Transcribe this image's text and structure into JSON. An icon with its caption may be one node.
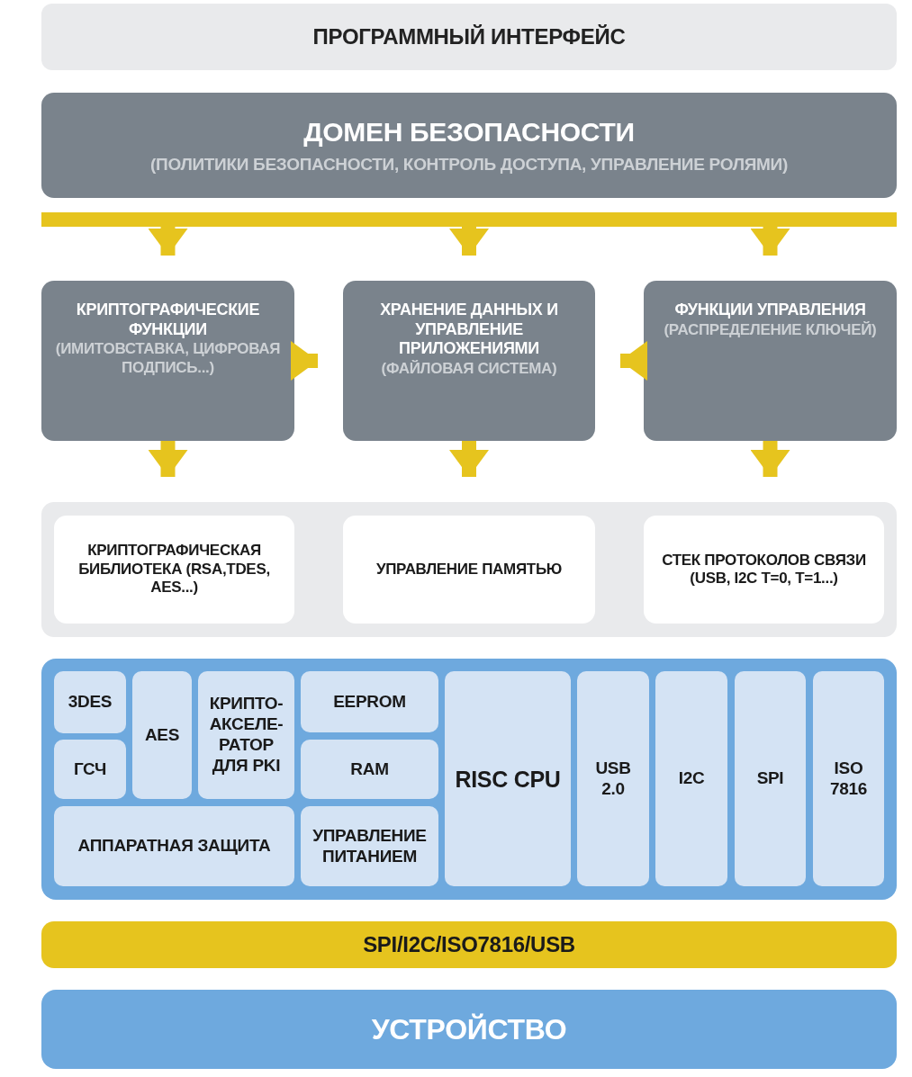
{
  "diagram": {
    "nodes": [
      {
        "text": [
          "ПРОГРАММНЫЙ ИНТЕРФЕЙС"
        ]
      },
      {
        "text": [
          "ДОМЕН БЕЗОПАСНОСТИ",
          "(ПОЛИТИКИ БЕЗОПАСНОСТИ, КОНТРОЛЬ ДОСТУПА, УПРАВЛЕНИЕ РОЛЯМИ)"
        ]
      },
      {
        "text": [],
        "shape": "bar"
      },
      {
        "text": [
          "КРИПТОГРАФИЧЕСКИЕ ФУНКЦИИ",
          "(ИМИТОВСТАВКА, ЦИФРОВАЯ ПОДПИСЬ...)"
        ]
      },
      {
        "text": [
          "ХРАНЕНИЕ ДАННЫХ И УПРАВЛЕНИЕ ПРИЛОЖЕНИЯМИ",
          "(ФАЙЛОВАЯ СИСТЕМА)"
        ]
      },
      {
        "text": [
          "ФУНКЦИИ УПРАВЛЕНИЯ",
          "(РАСПРЕДЕЛЕНИЕ КЛЮЧЕЙ)"
        ]
      },
      {
        "text": [],
        "shape": "box"
      },
      {
        "text": [
          "КРИПТОГРАФИЧЕСКАЯ БИБЛИОТЕКА (RSA,TDES, AES...)"
        ],
        "in": 6
      },
      {
        "text": [
          "УПРАВЛЕНИЕ ПАМЯТЬЮ"
        ],
        "in": 6
      },
      {
        "text": [
          "СТЕК ПРОТОКОЛОВ СВЯЗИ (USB, I2C T=0, T=1...)"
        ],
        "in": 6
      },
      {
        "text": [],
        "shape": "box"
      },
      {
        "text": [
          "3DES"
        ],
        "in": 10
      },
      {
        "text": [
          "ГСЧ"
        ],
        "in": 10
      },
      {
        "text": [
          "AES"
        ],
        "in": 10
      },
      {
        "text": [
          "КРИПТО- АКСЕЛЕ- РАТОР ДЛЯ PKI"
        ],
        "in": 10
      },
      {
        "text": [
          "АППАРАТНАЯ ЗАЩИТА"
        ],
        "in": 10
      },
      {
        "text": [
          "EEPROM"
        ],
        "in": 10
      },
      {
        "text": [
          "RAM"
        ],
        "in": 10
      },
      {
        "text": [
          "УПРАВЛЕНИЕ ПИТАНИЕМ"
        ],
        "in": 10
      },
      {
        "text": [
          "RISC CPU"
        ],
        "in": 10
      },
      {
        "text": [
          "USB 2.0"
        ],
        "in": 10
      },
      {
        "text": [
          "I2C"
        ],
        "in": 10
      },
      {
        "text": [
          "SPI"
        ],
        "in": 10
      },
      {
        "text": [
          "ISO 7816"
        ],
        "in": 10
      },
      {
        "text": [
          "SPI/I2C/ISO7816/USB"
        ]
      },
      {
        "text": [
          "УСТРОЙСТВО"
        ]
      }
    ],
    "edges": [
      {
        "from": 2,
        "to": 3,
        "arrow": "to"
      },
      {
        "from": 2,
        "to": 4,
        "arrow": "to"
      },
      {
        "from": 2,
        "to": 5,
        "arrow": "to"
      },
      {
        "from": 3,
        "to": 4,
        "arrow": "to"
      },
      {
        "from": 5,
        "to": 4,
        "arrow": "to"
      },
      {
        "from": 3,
        "to": 6,
        "arrow": "to"
      },
      {
        "from": 4,
        "to": 6,
        "arrow": "to"
      },
      {
        "from": 5,
        "to": 6,
        "arrow": "to"
      }
    ]
  }
}
